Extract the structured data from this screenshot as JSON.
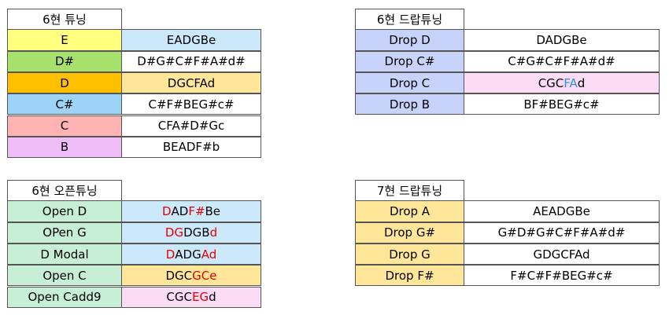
{
  "tables": [
    {
      "title": "6현 튜닝",
      "rows": [
        {
          "name": "E",
          "name_color": "#ffff80",
          "tuning": [
            {
              "t": "EADGBe"
            }
          ],
          "tuning_color": "#cce8fb"
        },
        {
          "name": "D#",
          "name_color": "#a8e06e",
          "tuning": [
            {
              "t": "D#G#C#F#A#d#"
            }
          ],
          "tuning_color": "#ffffff"
        },
        {
          "name": "D",
          "name_color": "#ffc000",
          "tuning": [
            {
              "t": "DGCFAd"
            }
          ],
          "tuning_color": "#ffe699"
        },
        {
          "name": "C#",
          "name_color": "#9dd3f6",
          "tuning": [
            {
              "t": "C#F#BEG#c#"
            }
          ],
          "tuning_color": "#ffffff"
        },
        {
          "name": "C",
          "name_color": "#ffb3b3",
          "tuning": [
            {
              "t": "CFA#D#Gc"
            }
          ],
          "tuning_color": "#ffffff"
        },
        {
          "name": "B",
          "name_color": "#eebdf7",
          "tuning": [
            {
              "t": "BEADF#b"
            }
          ],
          "tuning_color": "#ffffff"
        }
      ]
    },
    {
      "title": "6현 드랍튜닝",
      "rows": [
        {
          "name": "Drop D",
          "name_color": "#c7d3fb",
          "tuning": [
            {
              "t": "DADGBe"
            }
          ],
          "tuning_color": "#ffffff"
        },
        {
          "name": "Drop C#",
          "name_color": "#c7d3fb",
          "tuning": [
            {
              "t": "C#G#C#F#A#d#"
            }
          ],
          "tuning_color": "#ffffff"
        },
        {
          "name": "Drop C",
          "name_color": "#c7d3fb",
          "tuning": [
            {
              "t": "CGC"
            },
            {
              "t": "FA",
              "c": "blue"
            },
            {
              "t": "d"
            }
          ],
          "tuning_color": "#fcdcf4"
        },
        {
          "name": "Drop B",
          "name_color": "#c7d3fb",
          "tuning": [
            {
              "t": "BF#BEG#c#"
            }
          ],
          "tuning_color": "#ffffff"
        }
      ]
    },
    {
      "title": "6현 오픈튜닝",
      "rows": [
        {
          "name": "Open D",
          "name_color": "#c6efd5",
          "tuning": [
            {
              "t": "D",
              "c": "red"
            },
            {
              "t": "AD"
            },
            {
              "t": "F#",
              "c": "red"
            },
            {
              "t": "Be"
            }
          ],
          "tuning_color": "#cce8fb"
        },
        {
          "name": "OPen G",
          "name_color": "#c6efd5",
          "tuning": [
            {
              "t": "DG",
              "c": "red"
            },
            {
              "t": "DGB"
            },
            {
              "t": "d",
              "c": "red"
            }
          ],
          "tuning_color": "#cce8fb"
        },
        {
          "name": "D Modal",
          "name_color": "#c6efd5",
          "tuning": [
            {
              "t": "D",
              "c": "red"
            },
            {
              "t": "ADG"
            },
            {
              "t": "Ad",
              "c": "red"
            }
          ],
          "tuning_color": "#cce8fb"
        },
        {
          "name": "Open C",
          "name_color": "#c6efd5",
          "tuning": [
            {
              "t": "DGC"
            },
            {
              "t": "GCe",
              "c": "red"
            }
          ],
          "tuning_color": "#ffe699"
        },
        {
          "name": "Open Cadd9",
          "name_color": "#c6efd5",
          "tuning": [
            {
              "t": "CGC"
            },
            {
              "t": "EG",
              "c": "red"
            },
            {
              "t": "d"
            }
          ],
          "tuning_color": "#fcdcf4"
        }
      ]
    },
    {
      "title": "7현 드랍튜닝",
      "rows": [
        {
          "name": "Drop A",
          "name_color": "#ffe699",
          "tuning": [
            {
              "t": "AEADGBe"
            }
          ],
          "tuning_color": "#ffffff"
        },
        {
          "name": "Drop G#",
          "name_color": "#ffe699",
          "tuning": [
            {
              "t": "G#D#G#C#F#A#d#"
            }
          ],
          "tuning_color": "#ffffff"
        },
        {
          "name": "Drop G",
          "name_color": "#ffe699",
          "tuning": [
            {
              "t": "GDGCFAd"
            }
          ],
          "tuning_color": "#ffffff"
        },
        {
          "name": "Drop F#",
          "name_color": "#ffe699",
          "tuning": [
            {
              "t": "F#C#F#BEG#c#"
            }
          ],
          "tuning_color": "#ffffff"
        }
      ]
    }
  ]
}
